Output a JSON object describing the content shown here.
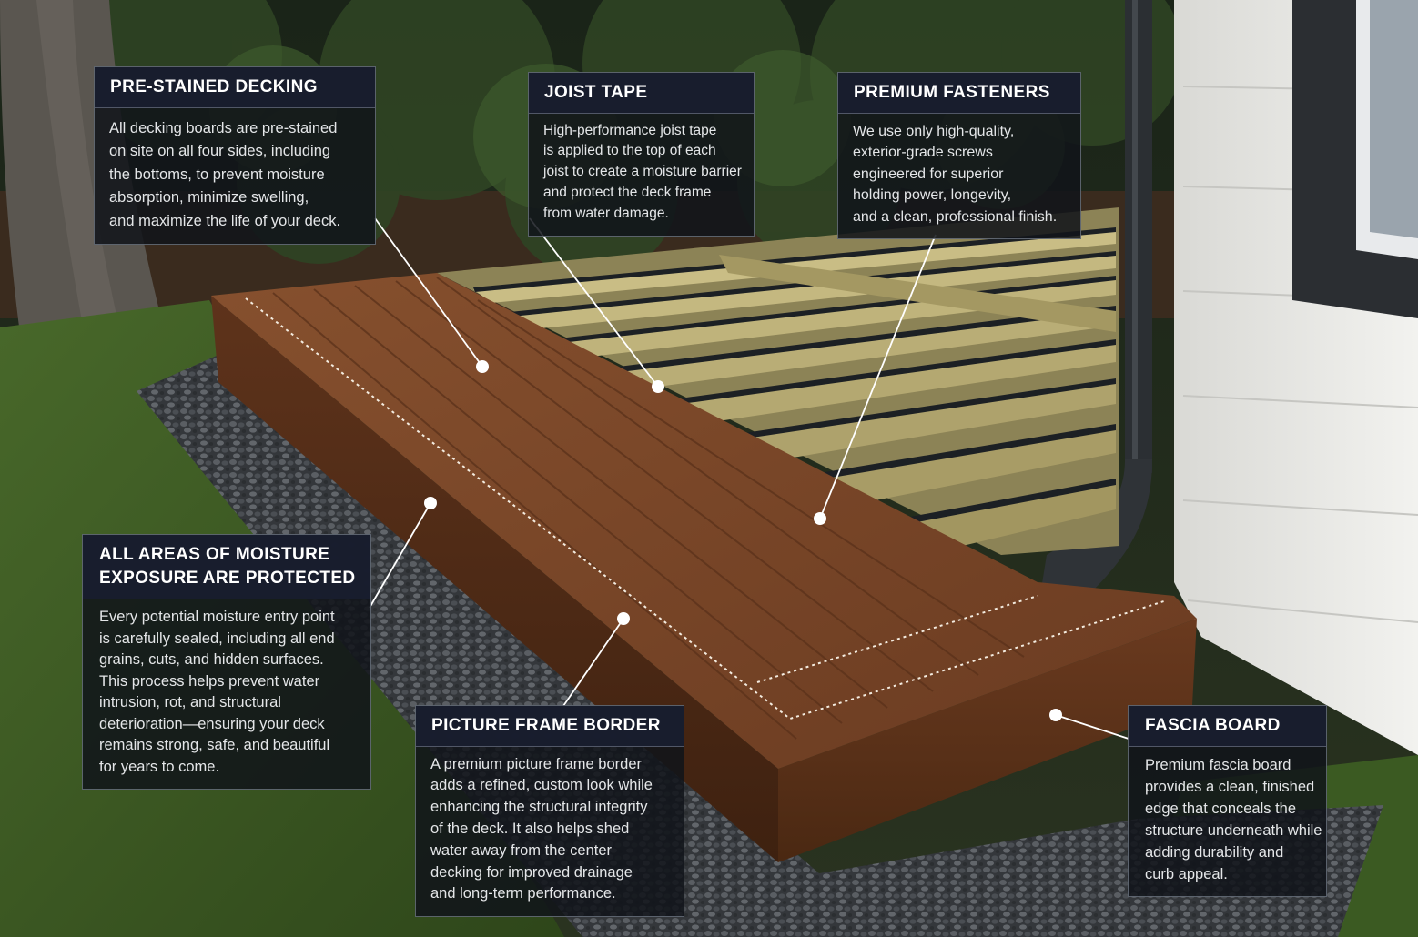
{
  "callouts": {
    "pre_stained": {
      "title": "PRE-STAINED DECKING",
      "lines": [
        "All decking boards are pre-stained",
        "on site on all four sides, including",
        "the bottoms, to prevent moisture",
        "absorption, minimize swelling,",
        "and maximize the life of your deck."
      ]
    },
    "joist_tape": {
      "title": "JOIST TAPE",
      "lines": [
        "High-performance joist tape",
        "is applied to the top of each",
        "joist to create a moisture barrier",
        "and protect the deck frame",
        "from water damage."
      ]
    },
    "fasteners": {
      "title": "PREMIUM FASTENERS",
      "lines": [
        "We use only high-quality,",
        "exterior-grade screws",
        "engineered for superior",
        "holding power, longevity,",
        "and a clean, professional finish."
      ]
    },
    "moisture": {
      "title_lines": [
        "ALL AREAS OF MOISTURE",
        "EXPOSURE ARE PROTECTED"
      ],
      "lines": [
        "Every potential moisture entry point",
        "is carefully sealed, including all end",
        "grains, cuts, and hidden surfaces.",
        "This process helps prevent water",
        "intrusion, rot, and structural",
        "deterioration—ensuring your deck",
        "remains strong, safe, and beautiful",
        "for years to come."
      ]
    },
    "picture_frame": {
      "title": "PICTURE FRAME BORDER",
      "lines": [
        "A premium picture frame border",
        "adds a refined, custom look while",
        "enhancing the structural integrity",
        "of the deck. It also helps shed",
        "water away from the center",
        "decking for improved drainage",
        "and long-term performance."
      ]
    },
    "fascia": {
      "title": "FASCIA BOARD",
      "lines": [
        "Premium fascia board",
        "provides a clean, finished",
        "edge that conceals the",
        "structure underneath while",
        "adding durability and",
        "curb appeal."
      ]
    }
  },
  "colors": {
    "deck_wood": "#7a4527",
    "frame_lumber": "#b9ad78",
    "joist_tape": "#1c2024",
    "siding": "#e9e9e6",
    "downspout": "#2b2f33",
    "grass": "#3c5a22",
    "gravel": "#3f4246",
    "callout_bg": "#10141a"
  }
}
